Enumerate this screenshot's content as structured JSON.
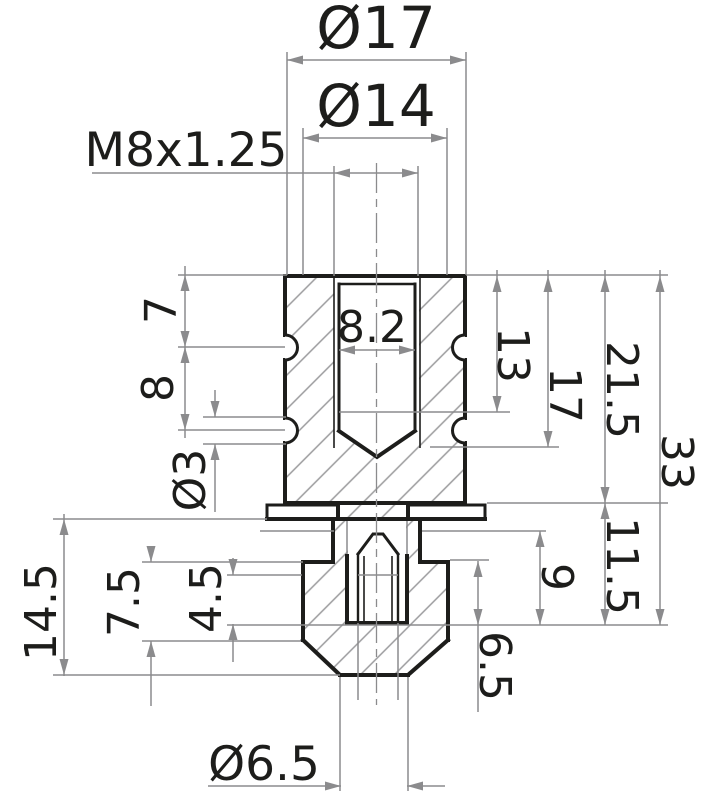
{
  "drawing": {
    "type": "technical-section-drawing",
    "labels": {
      "outer_dia": "Ø17",
      "mid_dia": "Ø14",
      "thread": "M8x1.25",
      "thread_bore_dia": "8.2",
      "top_to_groove1": "7",
      "groove1_to_groove2": "8",
      "groove_dia": "Ø3",
      "thread_depth": "13",
      "hole_depth": "17",
      "upper_height": "21.5",
      "overall_height": "33",
      "lower_height": "11.5",
      "tip_height_total": "14.5",
      "tip_height_mid": "7.5",
      "tip_height_inner": "4.5",
      "insert_depth": "9",
      "tip_step_height": "6.5",
      "tip_dia": "Ø6.5"
    },
    "colors": {
      "outline": "#1d1d1b",
      "dimension": "#8b8b8d",
      "hatch": "#9b9b9d",
      "background": "#ffffff"
    }
  }
}
